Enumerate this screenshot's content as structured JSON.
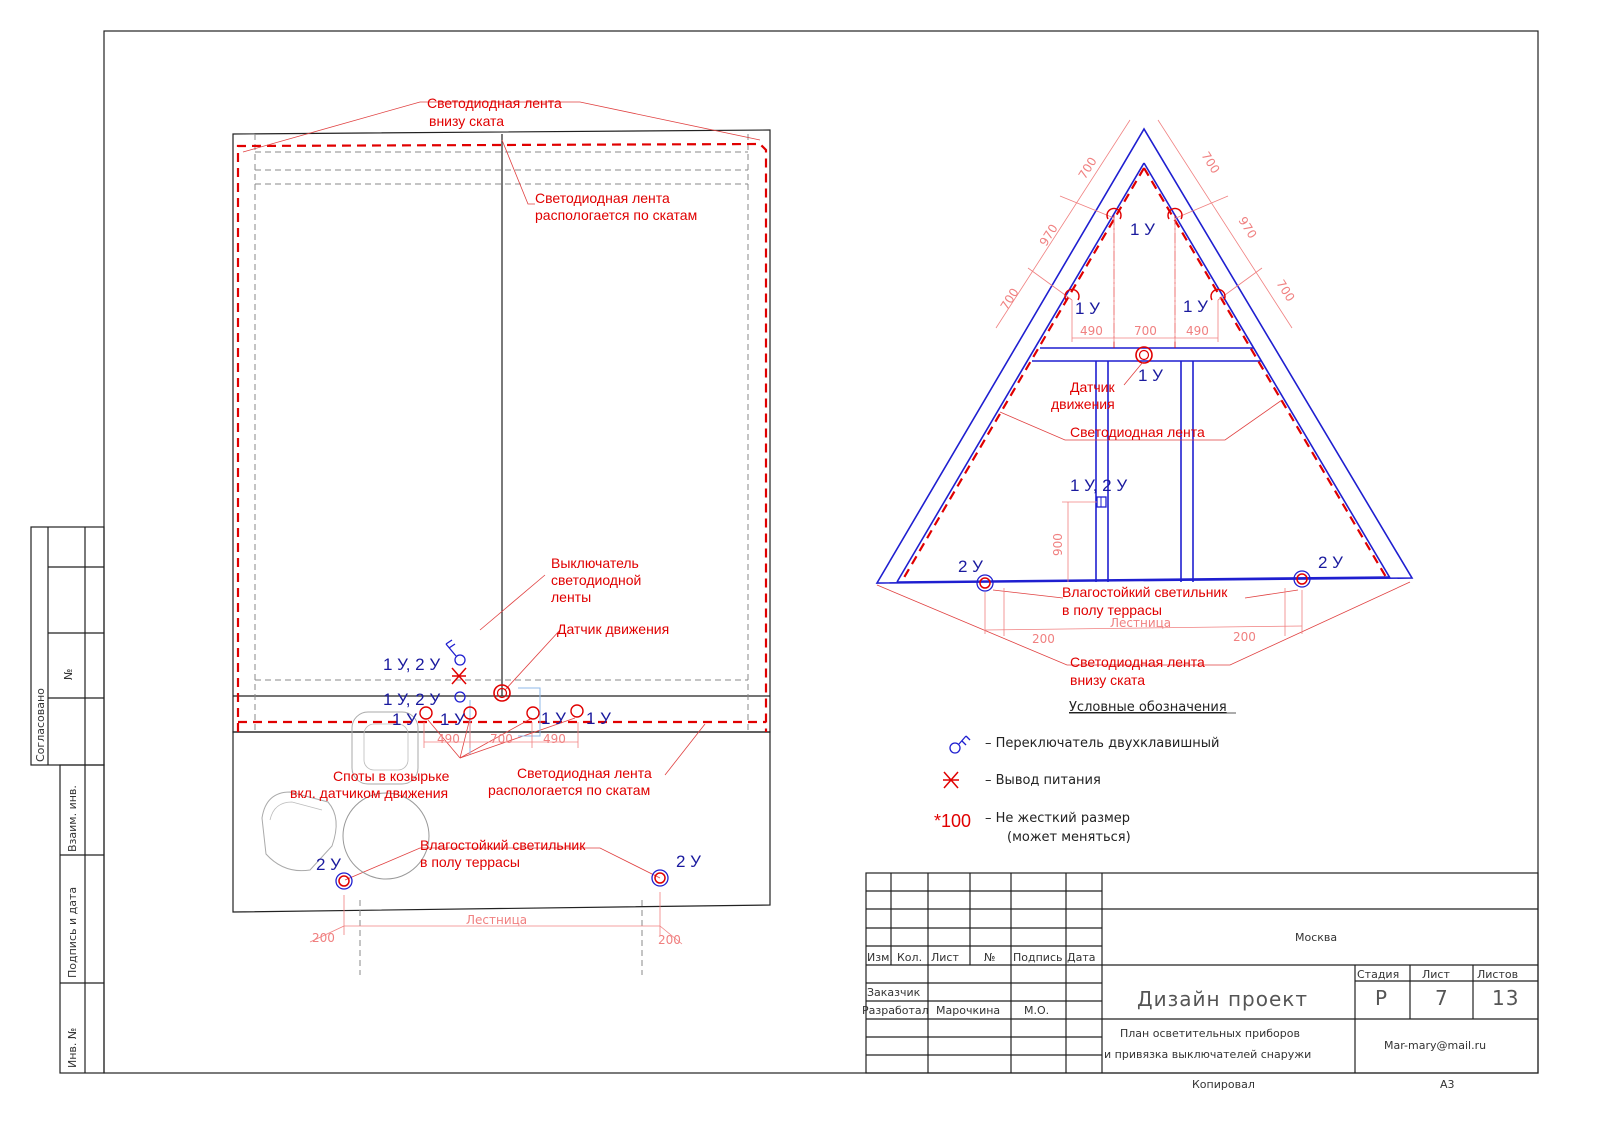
{
  "left_plan": {
    "led_bottom_label": [
      "Светодиодная лента",
      "внизу ската"
    ],
    "led_slopes_label_top": [
      "Светодиодная лента",
      "распологается по скатам"
    ],
    "switch_label": [
      "Выключатель",
      "светодиодной",
      "ленты"
    ],
    "motion_sensor_label": "Датчик движения",
    "switch_group_1": "1 У, 2 У",
    "switch_group_2": "1 У, 2 У",
    "spot_1u_a": "1 У",
    "spot_1u_b": "1 У",
    "spot_1u_c": "1 У",
    "spot_1u_d": "1 У",
    "dim_490_a": "490",
    "dim_700": "700",
    "dim_490_b": "490",
    "spots_label": [
      "Споты в козырьке",
      "вкл. датчиком движения"
    ],
    "led_slopes_label_bottom": [
      "Светодиодная лента",
      "распологается по скатам"
    ],
    "floor_light_label": [
      "Влагостойкий светильник",
      "в полу террасы"
    ],
    "floor_2u_a": "2 У",
    "floor_2u_b": "2 У",
    "stairs_label": "Лестница",
    "dim_200_a": "200",
    "dim_200_b": "200"
  },
  "facade": {
    "dim_700_tl": "700",
    "dim_970_l": "970",
    "dim_700_bl": "700",
    "dim_700_tr": "700",
    "dim_970_r": "970",
    "dim_700_br": "700",
    "top_1u": "1 У",
    "left_1u": "1 У",
    "right_1u": "1 У",
    "dim_490_l": "490",
    "dim_700_c": "700",
    "dim_490_r": "490",
    "center_1u": "1 У",
    "motion_sensor_label": [
      "Датчик",
      "движения"
    ],
    "led_label": "Светодиодная лента",
    "switch_group": "1 У, 2 У",
    "dim_900": "900",
    "floor_2u_l": "2 У",
    "floor_2u_r": "2 У",
    "floor_light_label": [
      "Влагостойкий светильник",
      "в полу террасы"
    ],
    "stairs_label": "Лестница",
    "dim_200_l": "200",
    "dim_200_r": "200",
    "led_bottom_label": [
      "Светодиодная лента",
      "внизу ската"
    ]
  },
  "legend": {
    "title": "Условные обозначения",
    "items": [
      {
        "symbol": "switch-two-key-icon",
        "text": "–   Переключатель двухклавишный"
      },
      {
        "symbol": "power-outlet-icon",
        "text": "–  Вывод питания"
      },
      {
        "symbol_text": "*100",
        "text": "–  Не жесткий размер",
        "text2": "(может меняться)"
      }
    ]
  },
  "side_stamp": {
    "agreed": "Согласовано",
    "no_label": "№",
    "swap_inv": "Взаим. инв.",
    "signature_date": "Подпись и дата",
    "inv_no": "Инв. №"
  },
  "title_block": {
    "col_headers": [
      "Изм.",
      "Кол.",
      "Лист",
      "№",
      "Подпись",
      "Дата"
    ],
    "customer_label": "Заказчик",
    "developed_label": "Разработал",
    "developer_name": "Марочкина",
    "developer_initials": "М.О.",
    "city": "Москва",
    "project_title": "Дизайн проект",
    "stage_label": "Стадия",
    "sheet_label": "Лист",
    "sheets_label": "Листов",
    "stage_value": "Р",
    "sheet_value": "7",
    "sheets_value": "13",
    "description_line1": "План осветительных приборов",
    "description_line2": "и привязка выключателей снаружи",
    "email": "Mar-mary@mail.ru",
    "copied_label": "Копировал",
    "format": "А3"
  },
  "colors": {
    "annotation_red": "#e00000",
    "fixture_blue": "#1f1fd0",
    "dimension_pink": "#f08080",
    "frame_black": "#222222"
  }
}
